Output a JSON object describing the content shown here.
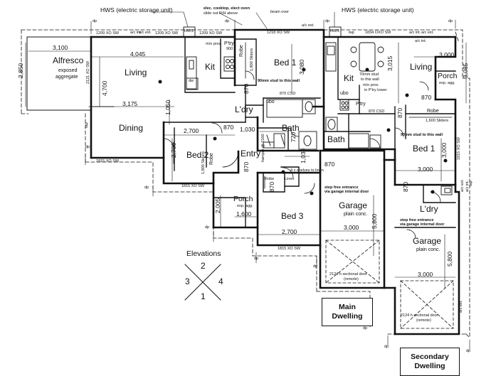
{
  "title_main": "Main Dwelling",
  "title_secondary": "Secondary Dwelling",
  "notes": {
    "hws_main": "HWS (electric storage unit)",
    "hws_secondary": "HWS (electric storage unit)",
    "hws_tag": "HWS",
    "elec_note_1": "elec. cooktop, elect oven",
    "elec_note_2": "slide out R/H above",
    "beam_over": "beam over",
    "stud_main": "90mm stud to this wall",
    "stud_secondary": "90mm stud to this wall",
    "stud_70": "70mm stud",
    "stud_70b": "to this wall",
    "mw_prov": "m/o prov.",
    "mw_ptry": "in P'try tower",
    "shelves_linen": "4 x shelves to linen",
    "step_free_main": "step free entrance",
    "step_free_main_2": "via garage internal door",
    "step_free_sec": "step free entrance",
    "step_free_sec_2": "via garage internal door",
    "sectional_main": "2124 h sectional door",
    "sectional_main_2": "(remote)",
    "sectional_sec": "2124 h sectional door",
    "sectional_sec_2": "(remote)",
    "ac_int": "a/c int.",
    "ac_ext": "a/c ext.",
    "dp": "dp",
    "tap": "tap",
    "ubo": "ubo",
    "hamper": "hamper @ 2100",
    "linen": "Linen",
    "robe_sliders": "1,800 Sliders",
    "robe_sliders_bed2": "1,800 Sliders",
    "robe_sliders_sec": "1,600 Sliders",
    "ptry_900": "900",
    "mw_prov_main": "m/o prov.",
    "dw": "dw",
    "csd_870_main": "870 CSD",
    "csd_870_sec": "870 CSD"
  },
  "rooms": {
    "alfresco": "Alfresco",
    "alfresco_sub_1": "exposed",
    "alfresco_sub_2": "aggregate",
    "living_main": "Living",
    "kit_main": "Kit",
    "ptry_main": "P'try",
    "robe_main_bed1": "Robe",
    "bed1_main": "Bed 1",
    "ldry_main": "L'dry",
    "dining": "Dining",
    "bed2": "Bed 2",
    "robe_bed2": "Robe",
    "entry": "Entry",
    "bath_main": "Bath",
    "porch_main": "Porch",
    "porch_main_sub": "exp. agg.",
    "robe_bed3": "Robe",
    "linen_main": "Linen",
    "bed3": "Bed 3",
    "garage_main": "Garage",
    "garage_main_sub": "plain conc.",
    "kit_sec": "Kit",
    "living_sec": "Living",
    "porch_sec": "Porch",
    "porch_sec_sub": "exp. agg.",
    "ptry_sec": "P'try",
    "bath_sec": "Bath",
    "robe_sec": "Robe",
    "bed1_sec": "Bed 1",
    "ldry_sec": "L'dry",
    "garage_sec": "Garage",
    "garage_sec_sub": "plain conc."
  },
  "dimensions": {
    "d_3100": "3,100",
    "d_4045": "4,045",
    "d_2850": "2,850",
    "d_4700": "4,700",
    "d_3175": "3,175",
    "d_1050": "1,050",
    "d_3080": "3,080",
    "d_2700_bed2": "2,700",
    "d_2700_bed2_v": "2,700",
    "d_1030": "1,030",
    "d_870_a": "870",
    "d_870_b": "870",
    "d_870_c": "870",
    "d_870_d": "870",
    "d_870_e": "870",
    "d_870_f": "870",
    "d_870_g": "870",
    "d_870_h": "870",
    "d_720": "720",
    "d_1030b": "1,030",
    "d_2005": "2,005",
    "d_1600_porch": "1,600",
    "d_2700_bed3": "2,700",
    "d_3000_gar_main": "3,000",
    "d_5800_main": "5,800",
    "d_3015": "3,015",
    "d_3000_liv_sec": "3,000",
    "d_3085": "3,085",
    "d_3000_bed_sec_v": "3,000",
    "d_3000_bed_sec_h": "3,000",
    "d_3000_gar_sec": "3,000",
    "d_5800_sec": "5,800",
    "d_1600_robe": "1,600 Sliders",
    "win_1209_a": "1209 XO SW",
    "win_1209_b": "1209 XO SW",
    "win_1209_c": "1209 XO SW",
    "win_1218": "1218 XO SW",
    "win_1834": "1834 OXO SW",
    "win_1815_a": "1815 XO SW",
    "win_1815_b": "1815 XO SW",
    "win_1815_c": "1815 XO SW",
    "win_2121": "2121 XO SW"
  },
  "elevations": {
    "title": "Elevations",
    "n1": "1",
    "n2": "2",
    "n3": "3",
    "n4": "4"
  }
}
